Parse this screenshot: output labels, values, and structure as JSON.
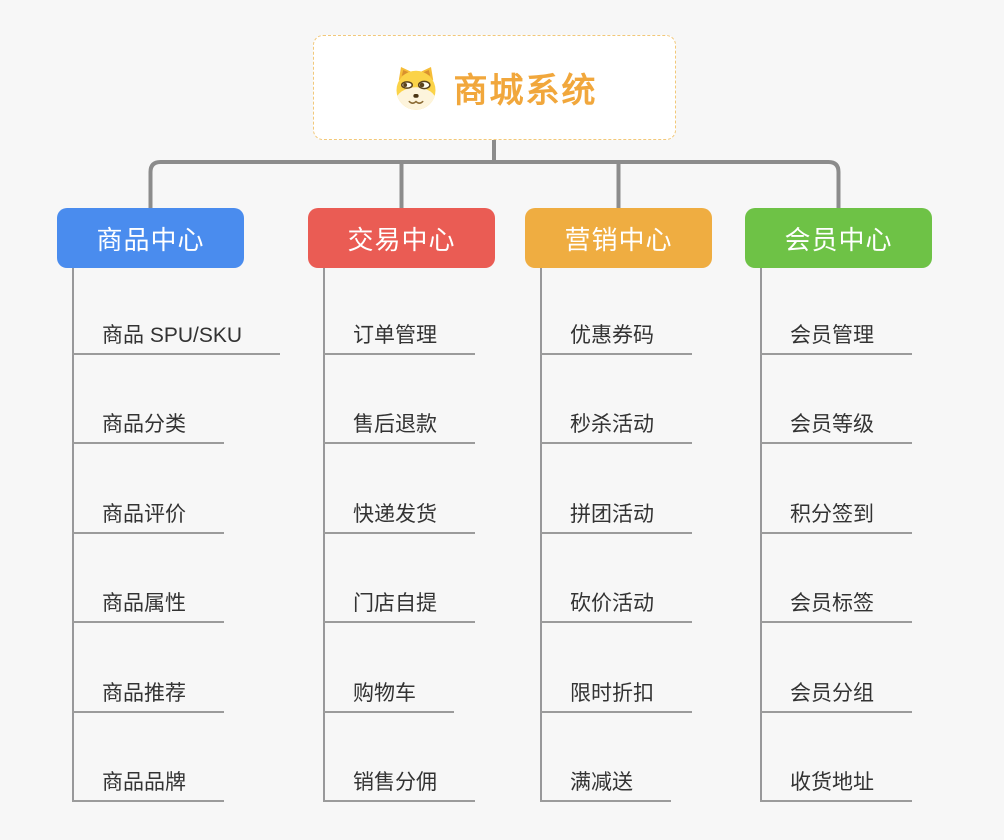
{
  "background": "#f7f7f7",
  "connector_color": "#8c8c8c",
  "root": {
    "title": "商城系统",
    "icon": "doge-icon",
    "text_color": "#f1a73c",
    "border_color": "#f2c879"
  },
  "branches": [
    {
      "label": "商品中心",
      "color": "#4a8cee",
      "items": [
        "商品 SPU/SKU",
        "商品分类",
        "商品评价",
        "商品属性",
        "商品推荐",
        "商品品牌"
      ]
    },
    {
      "label": "交易中心",
      "color": "#ea5c54",
      "items": [
        "订单管理",
        "售后退款",
        "快递发货",
        "门店自提",
        "购物车",
        "销售分佣"
      ]
    },
    {
      "label": "营销中心",
      "color": "#efad41",
      "items": [
        "优惠券码",
        "秒杀活动",
        "拼团活动",
        "砍价活动",
        "限时折扣",
        "满减送"
      ]
    },
    {
      "label": "会员中心",
      "color": "#6ec246",
      "items": [
        "会员管理",
        "会员等级",
        "积分签到",
        "会员标签",
        "会员分组",
        "收货地址"
      ]
    }
  ]
}
